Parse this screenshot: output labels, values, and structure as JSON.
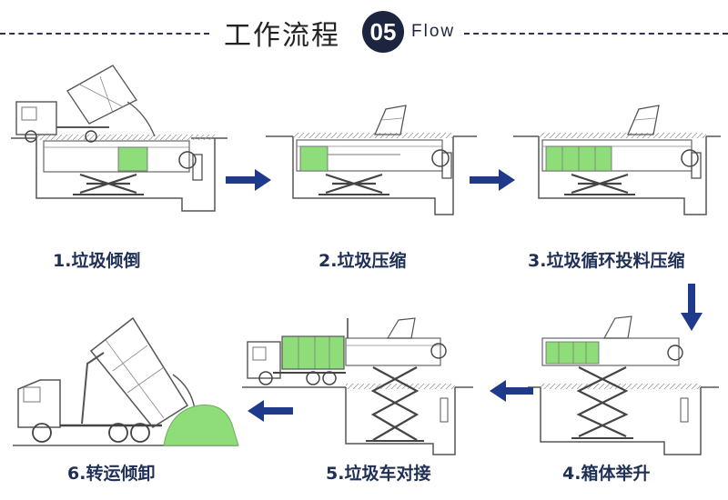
{
  "header": {
    "title": "工作流程",
    "badge": "05",
    "subtitle": "Flow"
  },
  "steps": [
    {
      "label": "1.垃圾倾倒"
    },
    {
      "label": "2.垃圾压缩"
    },
    {
      "label": "3.垃圾循环投料压缩"
    },
    {
      "label": "4.箱体举升"
    },
    {
      "label": "5.垃圾车对接"
    },
    {
      "label": "6.转运倾卸"
    }
  ],
  "colors": {
    "accent": "#1d2440",
    "arrow": "#1f3a8a",
    "garbage": "#8fdc7a",
    "line": "#5a5a5a"
  }
}
